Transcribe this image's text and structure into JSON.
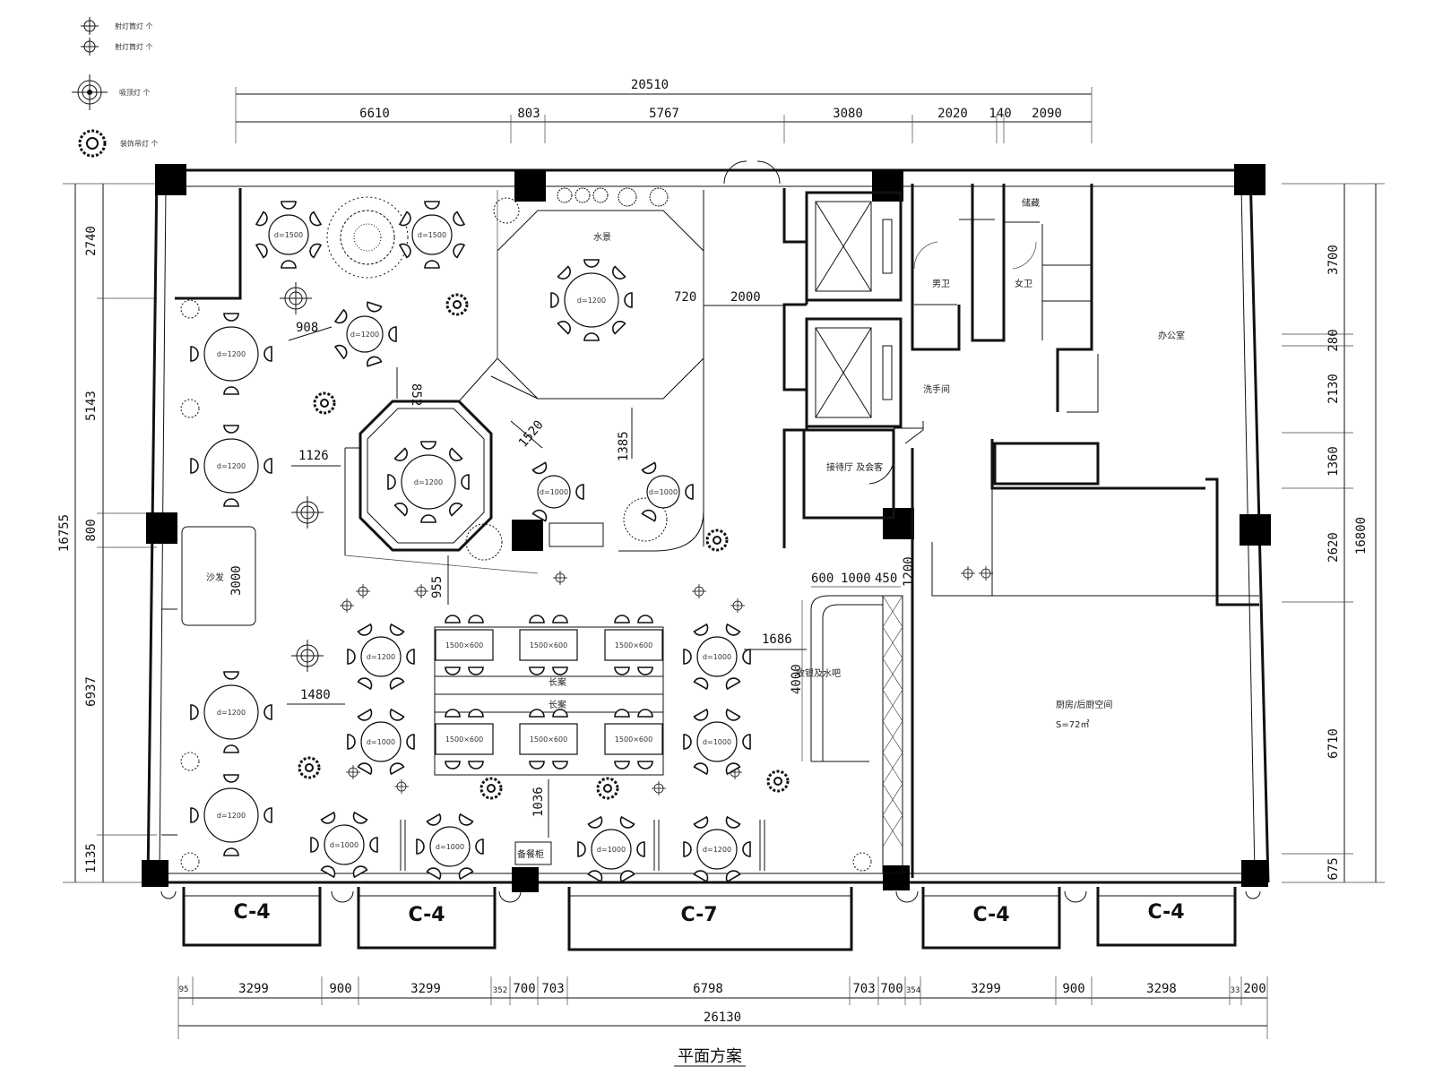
{
  "drawing": {
    "title": "平面方案"
  },
  "legend": [
    {
      "icon": "downlight-icon",
      "label": "射灯筒灯  个"
    },
    {
      "icon": "spotlight-icon",
      "label": "射灯筒灯  个"
    },
    {
      "icon": "ceiling-lamp-icon",
      "label": "吸顶灯  个"
    },
    {
      "icon": "decor-lamp-icon",
      "label": "装饰吊灯  个"
    }
  ],
  "dimensions": {
    "top_total": "20510",
    "top": [
      "6610",
      "803",
      "5767",
      "3080",
      "2020",
      "140",
      "2090"
    ],
    "bottom_total": "26130",
    "bottom": [
      "95",
      "3299",
      "900",
      "3299",
      "352",
      "700",
      "703",
      "6798",
      "703",
      "700",
      "354",
      "3299",
      "900",
      "3298",
      "33",
      "200"
    ],
    "left_total": "16755",
    "left": [
      "2740",
      "5143",
      "800",
      "6937",
      "1135"
    ],
    "right_total": "16800",
    "right": [
      "3700",
      "280",
      "2130",
      "1360",
      "2620",
      "6710",
      "675"
    ],
    "interior": [
      "908",
      "852",
      "1126",
      "1520",
      "1385",
      "2000",
      "720",
      "955",
      "1480",
      "1036",
      "1686",
      "4000",
      "600",
      "1000",
      "450",
      "1200",
      "3000"
    ]
  },
  "windows": [
    "C-4",
    "C-4",
    "C-7",
    "C-4",
    "C-4"
  ],
  "rooms": {
    "mens": "男卫",
    "womens": "女卫",
    "storage": "储藏",
    "office": "办公室",
    "washroom": "洗手间",
    "elevator_hall": "接待厅 及会客",
    "kitchen": "厨房/后厨空间",
    "kitchen_area": "S=72㎡",
    "bar": "收银及水吧",
    "counter1": "长案",
    "counter2": "长案",
    "water_feature": "水景",
    "service": "备餐柜",
    "sofa": "沙发"
  },
  "tables": [
    "d=1500",
    "d=1500",
    "d=1200",
    "d=1200",
    "d=1200",
    "d=1200",
    "d=1200",
    "d=1200",
    "d=1200",
    "d=1200",
    "d=1000",
    "d=1000",
    "d=1000",
    "d=1000",
    "d=1000",
    "d=1000",
    "d=1200",
    "d=1000",
    "d=1000",
    "1500×600",
    "1500×600",
    "1500×600",
    "1500×600",
    "1500×600",
    "1500×600"
  ]
}
